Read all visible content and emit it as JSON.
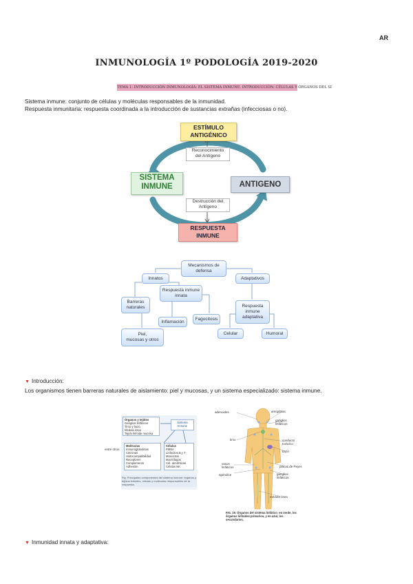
{
  "header": {
    "corner": "AR",
    "title": "INMUNOLOGÍA 1º PODOLOGÍA 2019-2020",
    "subtitle": "TEMA 1: INTRODUCCIÓN INMUNOLOGÍA: EL SISTEMA INMUNE. INTRODUCCIÓN: CÉLULAS Y ÓRGANOS DEL SI"
  },
  "intro_lines": [
    "Sistema inmune: conjunto de células y moléculas responsables de la inmunidad.",
    "Respuesta inmunitaria: respuesta coordinada a la introducción de sustancias extrañas (infecciosas o no)."
  ],
  "cycle": {
    "estimulo_1": "ESTÍMULO",
    "estimulo_2": "ANTIGÉNICO",
    "sistema_1": "SISTEMA",
    "sistema_2": "INMUNE",
    "antigeno": "ANTIGENO",
    "respuesta_1": "RESPUESTA",
    "respuesta_2": "INMUNE",
    "note_top_1": "Reconocimiento",
    "note_top_2": "del Antígeno",
    "note_bot_1": "Destrucción del",
    "note_bot_2": "Antígeno",
    "colors": {
      "arrow": "#4e93a6",
      "estimulo": "#fdeea2",
      "respuesta": "#f6b3ae",
      "sistema_text": "#2f7d32"
    }
  },
  "tree": {
    "root_1": "Mecanismos de",
    "root_2": "defensa",
    "innatos": "Innatos",
    "adaptativos": "Adaptativos",
    "barreras_1": "Barreras",
    "barreras_2": "naturales",
    "resp_innata_1": "Respuesta inmune",
    "resp_innata_2": "innata",
    "resp_adapt_1": "Respuesta",
    "resp_adapt_2": "inmune",
    "resp_adapt_3": "adaptativa",
    "inflamacion": "Inflamación",
    "fagocitosis": "Fagocitosis",
    "celular": "Celular",
    "humoral": "Humoral",
    "piel_1": "Piel,",
    "piel_2": "mucosas y otros"
  },
  "sections": {
    "introduccion_heading": "Introducción:",
    "introduccion_text": "Los organismos tienen barreras naturales de aislamiento: piel y mucosas, y un sistema especializado: sistema inmune.",
    "inmunidad_heading": "Inmunidad innata y adaptativa:"
  },
  "components_figure": {
    "organos_title": "Órganos y tejidos",
    "organos_items": [
      "Ganglios linfáticos",
      "Timo y bazo",
      "Médula ósea",
      "Tejido linfoide mucosa"
    ],
    "sistema_1": "Sistema",
    "sistema_2": "Inmune",
    "moleculas_title": "Moléculas",
    "moleculas_items": [
      "Inmunoglobulinas",
      "Citocinas",
      "Histocompatibilidad",
      "Receptores",
      "Complemento",
      "Adhesión"
    ],
    "celulas_title": "Células",
    "celulas_items": [
      "PMNs",
      "Linfocitos B y T",
      "Monocitos",
      "Macrófagos",
      "Cél. dendríticas",
      "Células NK"
    ],
    "entre_label": "entre otros",
    "caption": "Fig. Principales componentes del sistema inmune: órganos y tejidos linfoides, células y moléculas responsables de la respuesta."
  },
  "lymph_figure": {
    "labels": [
      "adenoides",
      "amígdalas",
      "ganglios linfáticos",
      "timo",
      "conducto torácico",
      "bazo",
      "vasos linfáticos",
      "placas de Peyer",
      "apéndice",
      "ganglios linfáticos",
      "médula ósea"
    ],
    "caption": "FIG. 19. Órganos del sistema linfático: en verde, los órganos linfoides primarios, y en azul, los secundarios."
  }
}
